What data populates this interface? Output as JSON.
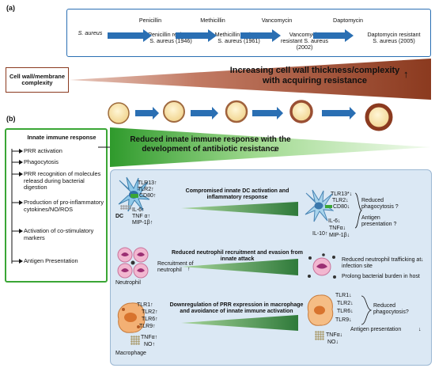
{
  "panel_a": {
    "label": "(a)",
    "timeline": [
      {
        "top": "",
        "bottom": "S. aureus"
      },
      {
        "top": "Penicillin",
        "bottom": "Penicillin resistant S. aureus (1946)"
      },
      {
        "top": "Methicillin",
        "bottom": "Methicillin resistant S. aureus (1961)"
      },
      {
        "top": "Vancomycin",
        "bottom": "Vancomycin resistant S. aureus (2002)"
      },
      {
        "top": "Daptomycin",
        "bottom": "Daptomycin resistant S. aureus (2005)"
      }
    ],
    "cell_wall_label": "Cell wall/membrane complexity",
    "wedge_text": "Increasing cell wall thickness/complexity with acquiring resistance",
    "up_arrow": "↑"
  },
  "panel_b": {
    "label": "(b)",
    "innate_title": "Innate immune response",
    "innate_items": [
      "PRR activation",
      "Phagocytosis",
      "PRR recognition of molecules releasd during bacterial digestion",
      "Production of pro-inflammatory cytokines/NO/ROS",
      "Activation of co-stimulatory markers",
      "Antigen Presentation"
    ],
    "wedge_text": "Reduced innate immune response with the development of antibiotic resistance",
    "down_arrow": "↓"
  },
  "panel_c": {
    "dc": {
      "label": "DC",
      "markers_left": [
        "TLR13↑",
        "TLR2↑",
        "CD80↑"
      ],
      "cytokines_left": [
        "IL-6↑",
        "TNF α↑",
        "MIP-1β↑"
      ],
      "title": "Compromised innate DC activation and inflammatory response",
      "markers_right": [
        "TLR13*↓",
        "TLR2↓",
        "CD80↓"
      ],
      "cytokines_right": [
        "IL-6↓",
        "TNFα↓",
        "MIP-1β↓"
      ],
      "il10": "IL-10↑",
      "note1": "Reduced phagocytosis ?",
      "note2": "Antigen presentation ?"
    },
    "neutrophil": {
      "label": "Neutrophil",
      "recruit": "Recruitment of neutrophil",
      "up": "↑",
      "title": "Reduced neutrophil recruitment and evasion from innate attack",
      "note1": "Reduced neutrophil trafficking at infection site",
      "note1_arrow": "↓",
      "note2": "Prolong bacterial burden in host"
    },
    "macrophage": {
      "label": "Macrophage",
      "markers_left": [
        "TLR1↑",
        "TLR2↑",
        "TLR6↑",
        "TLR9↑"
      ],
      "cytokines_left": [
        "TNFα↑",
        "NO↑"
      ],
      "title": "Downregulation of PRR expression in macrophage and avoidance of innate immune activation",
      "markers_right": [
        "TLR1↓",
        "TLR2↓",
        "TLR6↓",
        "TLR9↓"
      ],
      "cytokines_right": [
        "TNFα↓",
        "NO↓"
      ],
      "note1": "Reduced phagocytosis?",
      "note2": "Antigen presentation",
      "note2_arrow": "↓"
    }
  },
  "colors": {
    "blue": "#2a6fb3",
    "brown": "#8b3a1f",
    "green": "#3aa635",
    "panel": "#dbe8f4"
  }
}
